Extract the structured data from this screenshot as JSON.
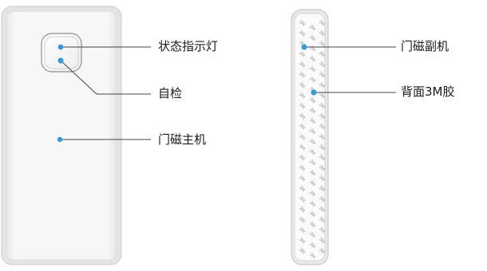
{
  "labels": {
    "status_indicator": "状态指示灯",
    "self_test": "自检",
    "main_unit": "门磁主机",
    "secondary_unit": "门磁副机",
    "back_adhesive": "背面3M胶"
  },
  "tape_print": "3M",
  "colors": {
    "dot": "#3a9ad9",
    "leader_line": "#444444",
    "device_body": "#f4f4f4",
    "device_border": "#d8d8d8",
    "tape_pattern": "#9a9a9a"
  }
}
